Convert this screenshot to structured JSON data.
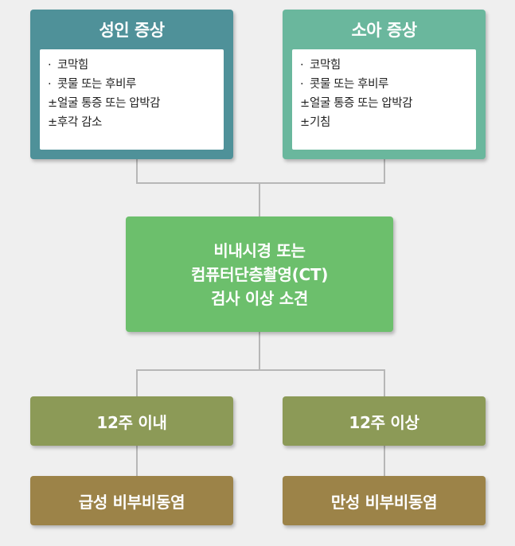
{
  "adult": {
    "title": "성인 증상",
    "items": [
      {
        "marker": "·",
        "text": "코막힘"
      },
      {
        "marker": "·",
        "text": "콧물 또는 후비루"
      },
      {
        "marker": "±",
        "text": "얼굴 통증 또는 압박감"
      },
      {
        "marker": "±",
        "text": "후각 감소"
      }
    ]
  },
  "child": {
    "title": "소아 증상",
    "items": [
      {
        "marker": "·",
        "text": "코막힘"
      },
      {
        "marker": "·",
        "text": "콧물 또는 후비루"
      },
      {
        "marker": "±",
        "text": "얼굴 통증 또는 압박감"
      },
      {
        "marker": "±",
        "text": "기침"
      }
    ]
  },
  "exam": {
    "lines": [
      "비내시경 또는",
      "컴퓨터단층촬영(CT)",
      "검사 이상 소견"
    ]
  },
  "periods": [
    "12주 이내",
    "12주 이상"
  ],
  "diagnoses": [
    "급성 비부비동염",
    "만성 비부비동염"
  ],
  "colors": {
    "adult": "#4f9199",
    "child": "#6ab79d",
    "exam": "#6cbf6c",
    "period": "#8c9a57",
    "diagnosis": "#9c8348",
    "connector": "#b7b7b7"
  }
}
